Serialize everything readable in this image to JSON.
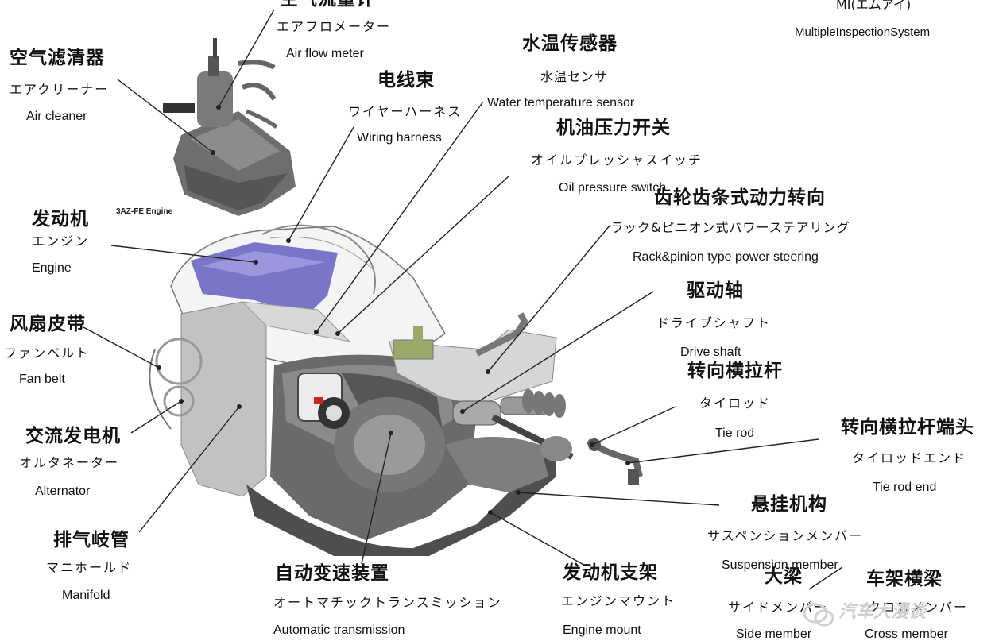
{
  "engine_caption": "3AZ-FE Engine",
  "watermark": "汽车大漫谈",
  "labels": {
    "air_flow_meter": {
      "zh": "空气流量计",
      "ja": "エアフロメーター",
      "en": "Air flow meter"
    },
    "mis": {
      "ja": "MI(エムアイ)",
      "en": "MultipleInspectionSystem"
    },
    "air_cleaner": {
      "zh": "空气滤清器",
      "ja": "エアクリーナー",
      "en": "Air cleaner"
    },
    "water_temp": {
      "zh": "水温传感器",
      "ja": "水温センサ",
      "en": "Water temperature sensor"
    },
    "wiring": {
      "zh": "电线束",
      "ja": "ワイヤーハーネス",
      "en": "Wiring harness"
    },
    "oil_pressure": {
      "zh": "机油压力开关",
      "ja": "オイルプレッシャスイッチ",
      "en": "Oil pressure switch"
    },
    "steering": {
      "zh": "齿轮齿条式动力转向",
      "ja": "ラック&ピニオン式パワーステアリング",
      "en": "Rack&pinion type power steering"
    },
    "engine": {
      "zh": "发动机",
      "ja": "エンジン",
      "en": "Engine"
    },
    "drive_shaft": {
      "zh": "驱动轴",
      "ja": "ドライブシャフト",
      "en": "Drive shaft"
    },
    "fan_belt": {
      "zh": "风扇皮带",
      "ja": "ファンベルト",
      "en": "Fan belt"
    },
    "tie_rod": {
      "zh": "转向横拉杆",
      "ja": "タイロッド",
      "en": "Tie rod"
    },
    "tie_rod_end": {
      "zh": "转向横拉杆端头",
      "ja": "タイロッドエンド",
      "en": "Tie rod end"
    },
    "alternator": {
      "zh": "交流发电机",
      "ja": "オルタネーター",
      "en": "Alternator"
    },
    "suspension": {
      "zh": "悬挂机构",
      "ja": "サスペンションメンバー",
      "en": "Suspension member"
    },
    "manifold": {
      "zh": "排气岐管",
      "ja": "マニホールド",
      "en": "Manifold"
    },
    "auto_trans": {
      "zh": "自动变速装置",
      "ja": "オートマチックトランスミッション",
      "en": "Automatic transmission"
    },
    "engine_mount": {
      "zh": "发动机支架",
      "ja": "エンジンマウント",
      "en": "Engine mount"
    },
    "side_member": {
      "zh": "大梁",
      "ja": "サイドメンバー",
      "en": "Side member"
    },
    "cross_member": {
      "zh": "车架横梁",
      "ja": "クロスメンバー",
      "en": "Cross member"
    }
  },
  "colors": {
    "engine_head": "#7b75c9",
    "part_green": "#9aa96a",
    "gray_dark": "#5a5a5a",
    "gray_mid": "#8c8c8c",
    "gray_light": "#cfcfcf"
  }
}
